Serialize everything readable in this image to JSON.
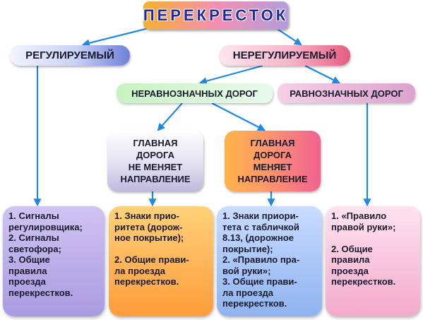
{
  "title": "ПЕРЕКРЕСТОК",
  "regulated": "РЕГУЛИРУЕМЫЙ",
  "unregulated": "НЕРЕГУЛИРУЕМЫЙ",
  "unequal_roads": "НЕРАВНОЗНАЧНЫХ ДОРОГ",
  "equal_roads": "РАВНОЗНАЧНЫХ ДОРОГ",
  "main_road_no_change": [
    "ГЛАВНАЯ",
    "ДОРОГА",
    "НЕ МЕНЯЕТ",
    "НАПРАВЛЕНИЕ"
  ],
  "main_road_change": [
    "ГЛАВНАЯ",
    "ДОРОГА",
    "МЕНЯЕТ",
    "НАПРАВЛЕНИЕ"
  ],
  "col1_lines": [
    "1. Сигналы",
    "регулировщика;",
    "2. Сигналы",
    "светофора;",
    "3. Общие",
    "правила",
    "проезда",
    "перекрестков."
  ],
  "col2_lines": [
    "1. Знаки прио-",
    "ритета (дорож-",
    "ное покрытие);",
    "",
    "2. Общие прави-",
    "ла проезда",
    "перекрестков."
  ],
  "col3_lines": [
    "1. Знаки приори-",
    "тета с табличкой",
    "8.13, (дорожное",
    "покрытие);",
    "2. «Правило пра-",
    "вой руки»;",
    "3. Общие прави-",
    "ла проезда",
    "перекрестков."
  ],
  "col4_lines": [
    "1. «Правило",
    "правой руки»;",
    "",
    "2. Общие",
    "правила",
    "проезда",
    "перекрестков."
  ],
  "arrow_color": "#1e88e5"
}
